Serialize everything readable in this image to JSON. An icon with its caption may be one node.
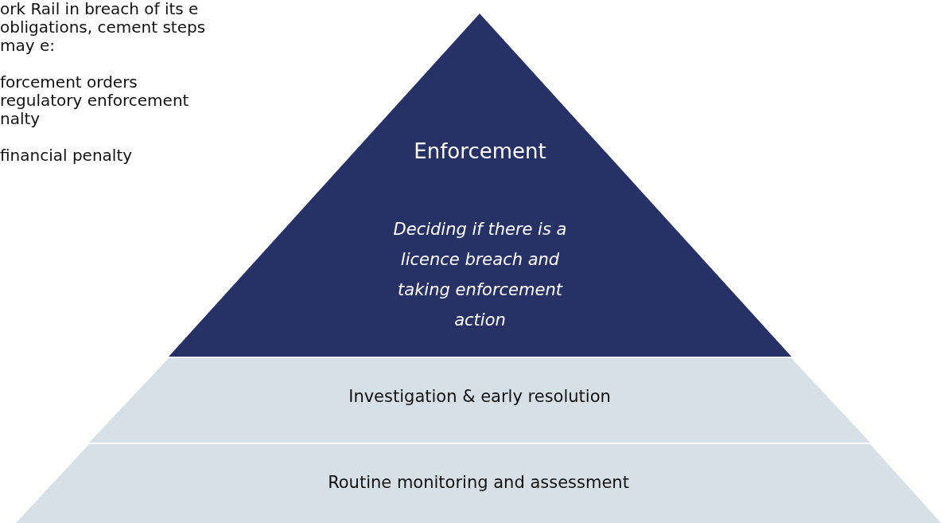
{
  "diagram": {
    "nodes": [
      {
        "text": [
          "Enforcement",
          "Deciding if there is a licence breach and taking enforcement action"
        ]
      },
      {
        "text": [
          "Investigation & early resolution"
        ]
      },
      {
        "text": [
          "Routine monitoring and assessment"
        ]
      }
    ],
    "labels": [
      "ork Rail in breach of its e obligations, cement steps may e:",
      "forcement orders",
      "regulatory enforcement nalty",
      "financial penalty"
    ]
  }
}
